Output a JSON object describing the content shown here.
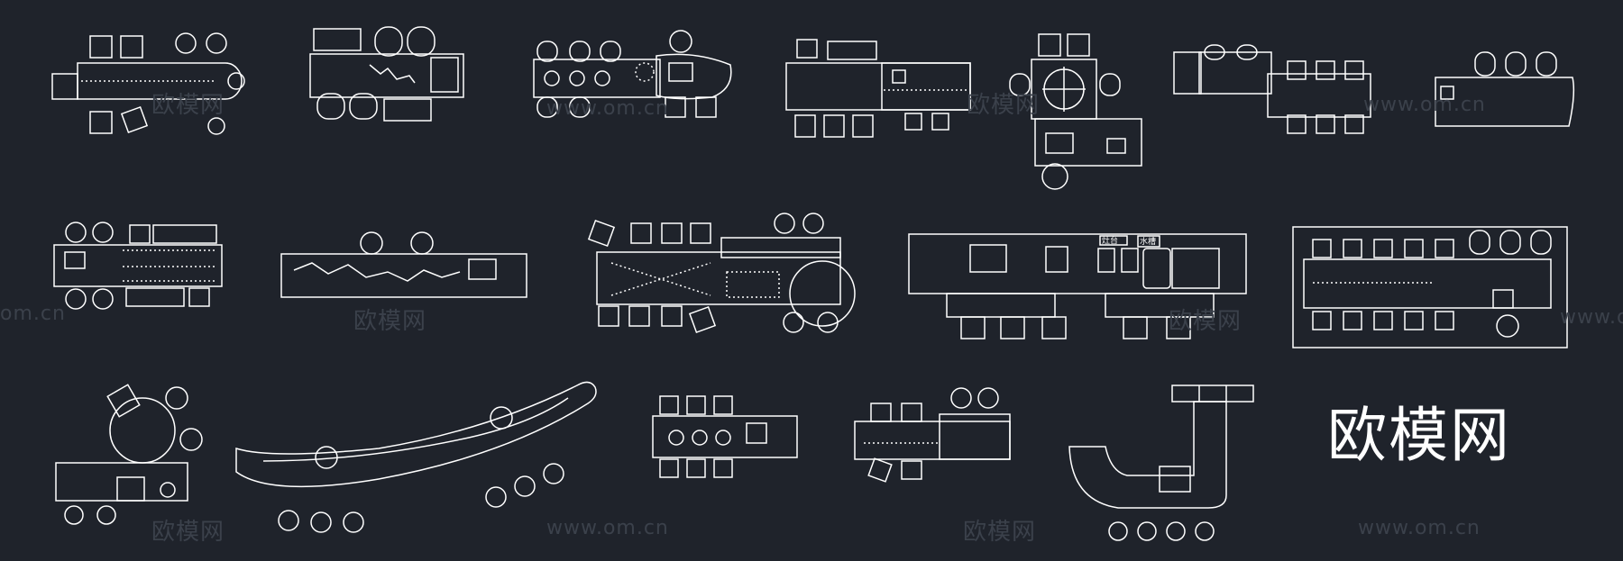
{
  "brand": {
    "text": "欧模网"
  },
  "watermarks": [
    {
      "text": "欧模网"
    },
    {
      "text": "www.om.cn"
    },
    {
      "text": "欧模网"
    },
    {
      "text": "www.om.cn"
    },
    {
      "text": "om.cn"
    },
    {
      "text": "欧模网"
    },
    {
      "text": "欧模网"
    },
    {
      "text": "www.om.cn"
    },
    {
      "text": "欧模网"
    },
    {
      "text": "www.om.cn"
    },
    {
      "text": "欧模网"
    },
    {
      "text": "www.om.cn"
    }
  ],
  "labels": {
    "tag1": "灶台",
    "tag2": "水槽"
  },
  "colors": {
    "background": "#1f232b",
    "line": "#ffffff",
    "watermark": "#3b414b"
  }
}
